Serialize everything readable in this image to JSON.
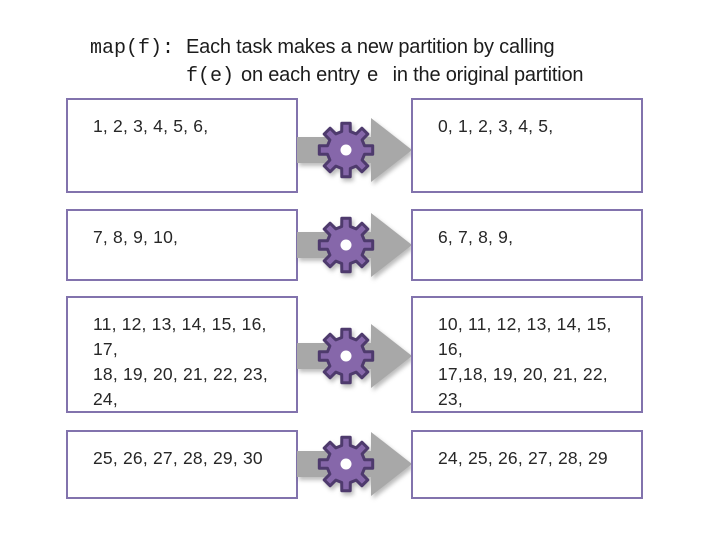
{
  "title": {
    "map_code": "map(f):",
    "line1": "Each task makes a new partition by calling",
    "line2_code": "f(e)",
    "line2_mid": "on each entry",
    "line2_code2": "e",
    "line2_end": "in the original partition"
  },
  "rows": [
    {
      "input": "1, 2, 3, 4, 5, 6,",
      "output": "0, 1, 2, 3, 4, 5,"
    },
    {
      "input": "7, 8, 9, 10,",
      "output": "6, 7, 8, 9,"
    },
    {
      "input": "11, 12, 13, 14, 15, 16, 17,\n18, 19, 20, 21, 22, 23, 24,",
      "output": "10, 11, 12, 13, 14, 15, 16,\n17,18, 19, 20, 21, 22, 23,"
    },
    {
      "input": "25, 26, 27, 28, 29, 30",
      "output": "24, 25, 26, 27, 28, 29"
    }
  ],
  "icons": {
    "arrow": "arrow-right-icon",
    "gear": "gear-icon"
  },
  "colors": {
    "box_border": "#8273ad",
    "gear_fill": "#8667aa",
    "gear_outline": "#4e3a6d",
    "gear_hole": "#ffffff",
    "arrow_gray": "#a8a8a8",
    "text": "#272727",
    "background": "#ffffff"
  }
}
